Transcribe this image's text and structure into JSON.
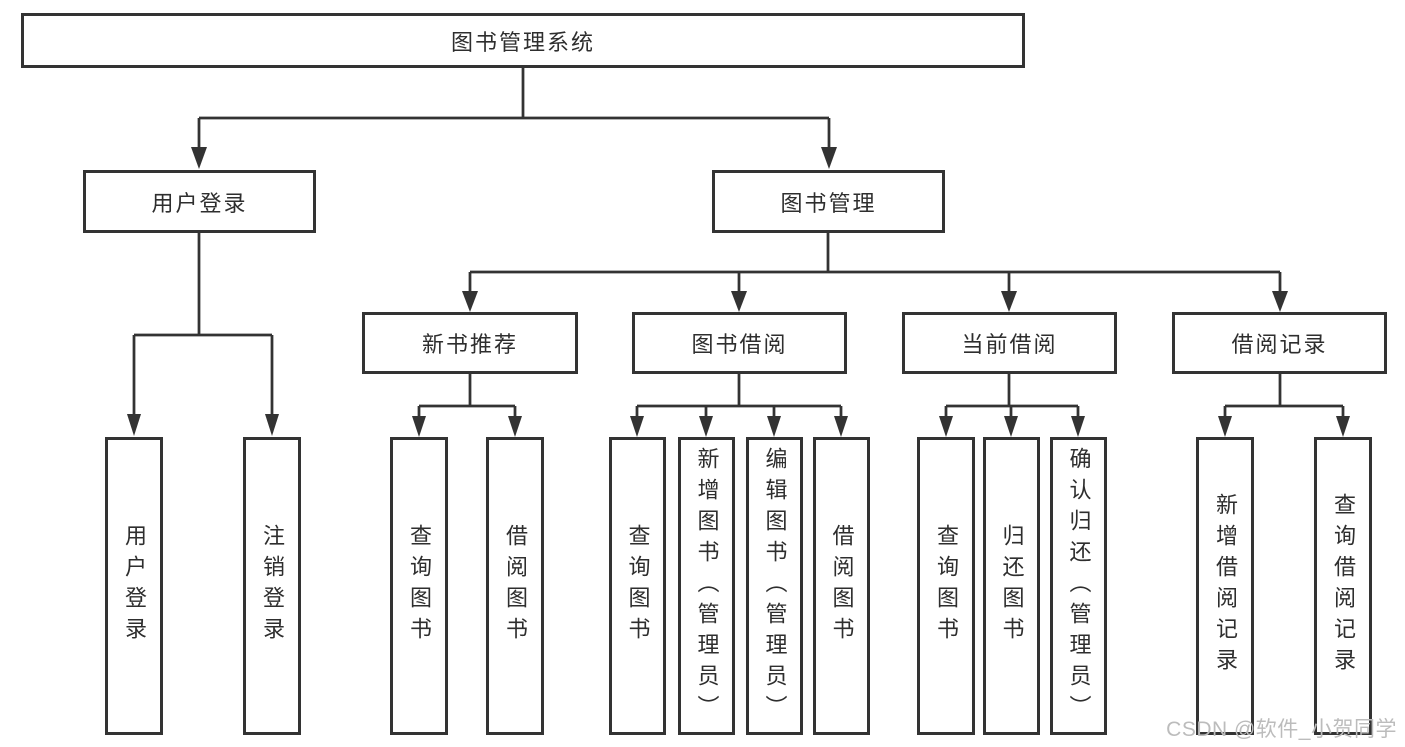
{
  "diagram": {
    "title": "library-management-system-function-structure",
    "root": {
      "label": "图书管理系统"
    },
    "branches": [
      {
        "label": "用户登录",
        "children": [
          {
            "label": "用户登录"
          },
          {
            "label": "注销登录"
          }
        ]
      },
      {
        "label": "图书管理",
        "children": [
          {
            "label": "新书推荐",
            "children": [
              {
                "label": "查询图书"
              },
              {
                "label": "借阅图书"
              }
            ]
          },
          {
            "label": "图书借阅",
            "children": [
              {
                "label": "查询图书"
              },
              {
                "label": "新增图书（管理员）"
              },
              {
                "label": "编辑图书（管理员）"
              },
              {
                "label": "借阅图书"
              }
            ]
          },
          {
            "label": "当前借阅",
            "children": [
              {
                "label": "查询图书"
              },
              {
                "label": "归还图书"
              },
              {
                "label": "确认归还（管理员）"
              }
            ]
          },
          {
            "label": "借阅记录",
            "children": [
              {
                "label": "新增借阅记录"
              },
              {
                "label": "查询借阅记录"
              }
            ]
          }
        ]
      }
    ],
    "watermark": "CSDN @软件_小贺同学",
    "colors": {
      "line": "#333333",
      "box_border": "#333333",
      "text": "#2e2e2e",
      "background": "#ffffff",
      "watermark": "#bcbcbc"
    }
  }
}
